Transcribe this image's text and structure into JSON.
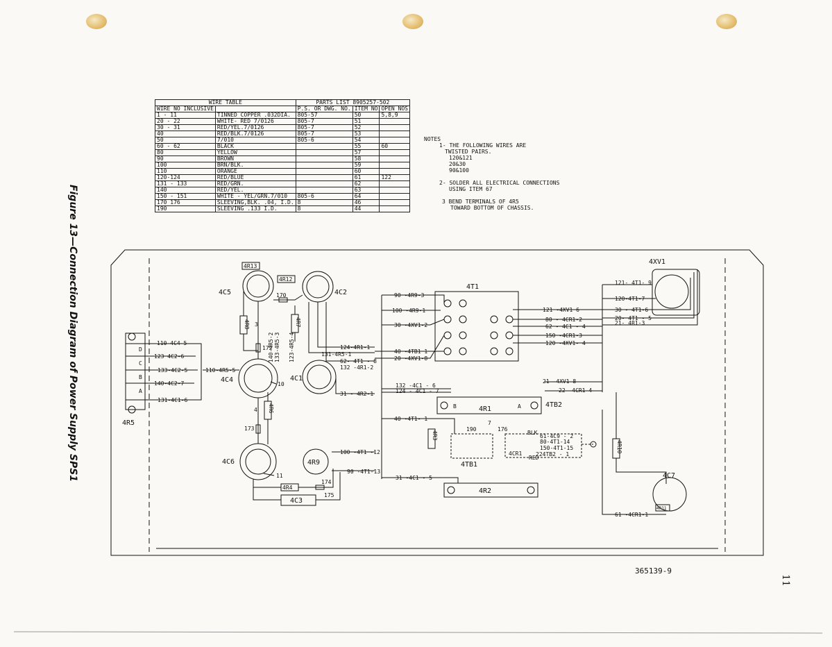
{
  "figure_title": "Figure 13—Connection Diagram of Power Supply SPS1",
  "wire_table": {
    "header_wire_table": "WIRE TABLE",
    "header_parts_list": "PARTS LIST 8905257-502",
    "col_wire_no": "WIRE NO INCLUSIVE",
    "col_dwg_no": "P.S. OR DWG. NO.",
    "col_item_no": "ITEM NO",
    "col_open_nos": "OPEN NOS",
    "rows": [
      {
        "wire": "1 - 11",
        "desc": "TINNED COPPER .032DIA.",
        "dwg": "805-57",
        "item": "50",
        "open": "5,8,9"
      },
      {
        "wire": "20 - 22",
        "desc": "WHITE- RED 7/0126",
        "dwg": "805-7",
        "item": "51",
        "open": ""
      },
      {
        "wire": "30 - 31",
        "desc": "RED/YEL.7/0126",
        "dwg": "805-7",
        "item": "52",
        "open": ""
      },
      {
        "wire": "40",
        "desc": "RED/BLK.7/0126",
        "dwg": "805-7",
        "item": "53",
        "open": ""
      },
      {
        "wire": "50",
        "desc": "7/010",
        "dwg": "805-6",
        "item": "54",
        "open": ""
      },
      {
        "wire": "60 - 62",
        "desc": "BLACK",
        "dwg": "",
        "item": "55",
        "open": "60"
      },
      {
        "wire": "80",
        "desc": "YELLOW",
        "dwg": "",
        "item": "57",
        "open": ""
      },
      {
        "wire": "90",
        "desc": "BROWN",
        "dwg": "",
        "item": "58",
        "open": ""
      },
      {
        "wire": "100",
        "desc": "BRN/BLK.",
        "dwg": "",
        "item": "59",
        "open": ""
      },
      {
        "wire": "110",
        "desc": "ORANGE",
        "dwg": "",
        "item": "60",
        "open": ""
      },
      {
        "wire": "120-124",
        "desc": "RED/BLUE",
        "dwg": "",
        "item": "61",
        "open": "122"
      },
      {
        "wire": "131 - 133",
        "desc": "RED/GRN.",
        "dwg": "",
        "item": "62",
        "open": ""
      },
      {
        "wire": "140",
        "desc": "RED/YEL.",
        "dwg": "",
        "item": "63",
        "open": ""
      },
      {
        "wire": "150 - 151",
        "desc": "WHITE - YEL/GRN.7/010",
        "dwg": "805-6",
        "item": "64",
        "open": ""
      },
      {
        "wire": "170 176",
        "desc": "SLEEVING,BLK. .04, I.D.",
        "dwg": "8",
        "item": "46",
        "open": ""
      },
      {
        "wire": "190",
        "desc": "SLEEVING .133 I.D.",
        "dwg": "8",
        "item": "44",
        "open": ""
      }
    ]
  },
  "notes": {
    "title": "NOTES",
    "note1": "1- THE FOLLOWING WIRES ARE",
    "note1b": "TWISTED PAIRS.",
    "pairs": [
      "120&121",
      "20&30",
      "90&100"
    ],
    "note2": "2- SOLDER ALL ELECTRICAL CONNECTIONS",
    "note2b": "USING ITEM 67",
    "note3": "3 BEND TERMINALS OF 4R5",
    "note3b": "TOWARD BOTTOM OF CHASSIS."
  },
  "components": {
    "c4C5": "4C5",
    "c4C2": "4C2",
    "c4C4": "4C4",
    "c4C1": "4C1",
    "c4C6": "4C6",
    "c4C7": "4C7",
    "c4C3": "4C3",
    "r4R13": "4R13",
    "r4R12": "4R12",
    "r4R8": "4R8",
    "r4R7": "4R7",
    "r4R6": "4R6",
    "r4R9": "4R9",
    "r4R4": "4R4",
    "r4R3": "4R3",
    "r4R10": "4R10",
    "r4R11": "4R11",
    "r4R5": "4R5",
    "r4R1": "4R1",
    "r4R2": "4R2",
    "t4T1": "4T1",
    "xv4XV1": "4XV1",
    "tb4TB1": "4TB1",
    "tb4TB2": "4TB2",
    "cr4CR1": "4CR1"
  },
  "wire_labels": {
    "w1": "90 -4R9-3",
    "w2": "100 -4R9-1",
    "w3": "30 -4XV1-2",
    "w4": "40 -4TB1 1",
    "w5": "20 -4XV1-8",
    "w6": "121 -4XV1 6",
    "w7": "80 - 4CR1-2",
    "w8": "62 - 4C1 - 4",
    "w9": "150 -4CR1-3",
    "w10": "120 -4XV1- 4",
    "w11": "121- 4T1- 9",
    "w12": "120-4T1-7",
    "w13": "30 - 4T1-6",
    "w14": "20- 4T1 - 5",
    "w15": "21- 4R1-3",
    "w16": "110-4C4-5",
    "w17": "123 4C2-6",
    "w18": "133-4C2-5",
    "w19": "140-4C2-7",
    "w20": "131-4C1-6",
    "w21": "110-4R5-5",
    "w22": "124-4R1-1",
    "w23": "131-4R5-1",
    "w24": "62- 4T1 - 8",
    "w25": "132 -4R1-2",
    "w26": "31 - 4R2-1",
    "w27": "132 -4C1 - 6",
    "w28": "124 - 4C1 - 7",
    "w29": "21 -4XV1-8",
    "w30": "22 -4CR1-4",
    "w31": "40 -4T1- 1",
    "w32": "100 -4T1 -12",
    "w33": "90 -4T1-13",
    "w34": "31 -4C1 - 5",
    "w35": "61 -4CR1-1",
    "w36": "61-4C9 - 2",
    "w37": "80-4T1-14",
    "w38": "150-4T1-15",
    "w39": "224TB2 - 1",
    "w40": "140-4R5-2",
    "w41": "133-4R5-3",
    "w42": "123-4R5-4"
  },
  "misc_labels": {
    "blk": "BLK",
    "red": "RED",
    "n170": "170",
    "n172": "172",
    "n173": "173",
    "n174": "174",
    "n175": "175",
    "n176": "176",
    "n190": "190",
    "n3": "3",
    "n4": "4",
    "n7": "7",
    "n10": "10",
    "n11": "11",
    "A": "A",
    "B": "B",
    "C": "C",
    "D": "D"
  },
  "doc_number": "365139-9",
  "page_number": "11"
}
